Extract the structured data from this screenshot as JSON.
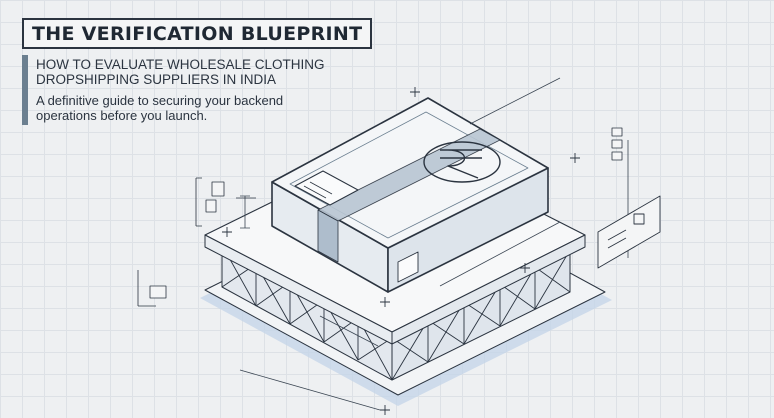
{
  "header": {
    "title": "THE VERIFICATION BLUEPRINT",
    "subtitle": "HOW TO EVALUATE WHOLESALE CLOTHING DROPSHIPPING SUPPLIERS IN INDIA",
    "description": "A definitive guide to securing your backend operations before you launch."
  },
  "colors": {
    "ink": "#2b3440",
    "platform_blue": "#c6d6e8",
    "grid": "#dde1e6",
    "background": "#eef0f2"
  },
  "icons": [
    "rupee-symbol-icon",
    "checklist-icon",
    "document-icon"
  ]
}
